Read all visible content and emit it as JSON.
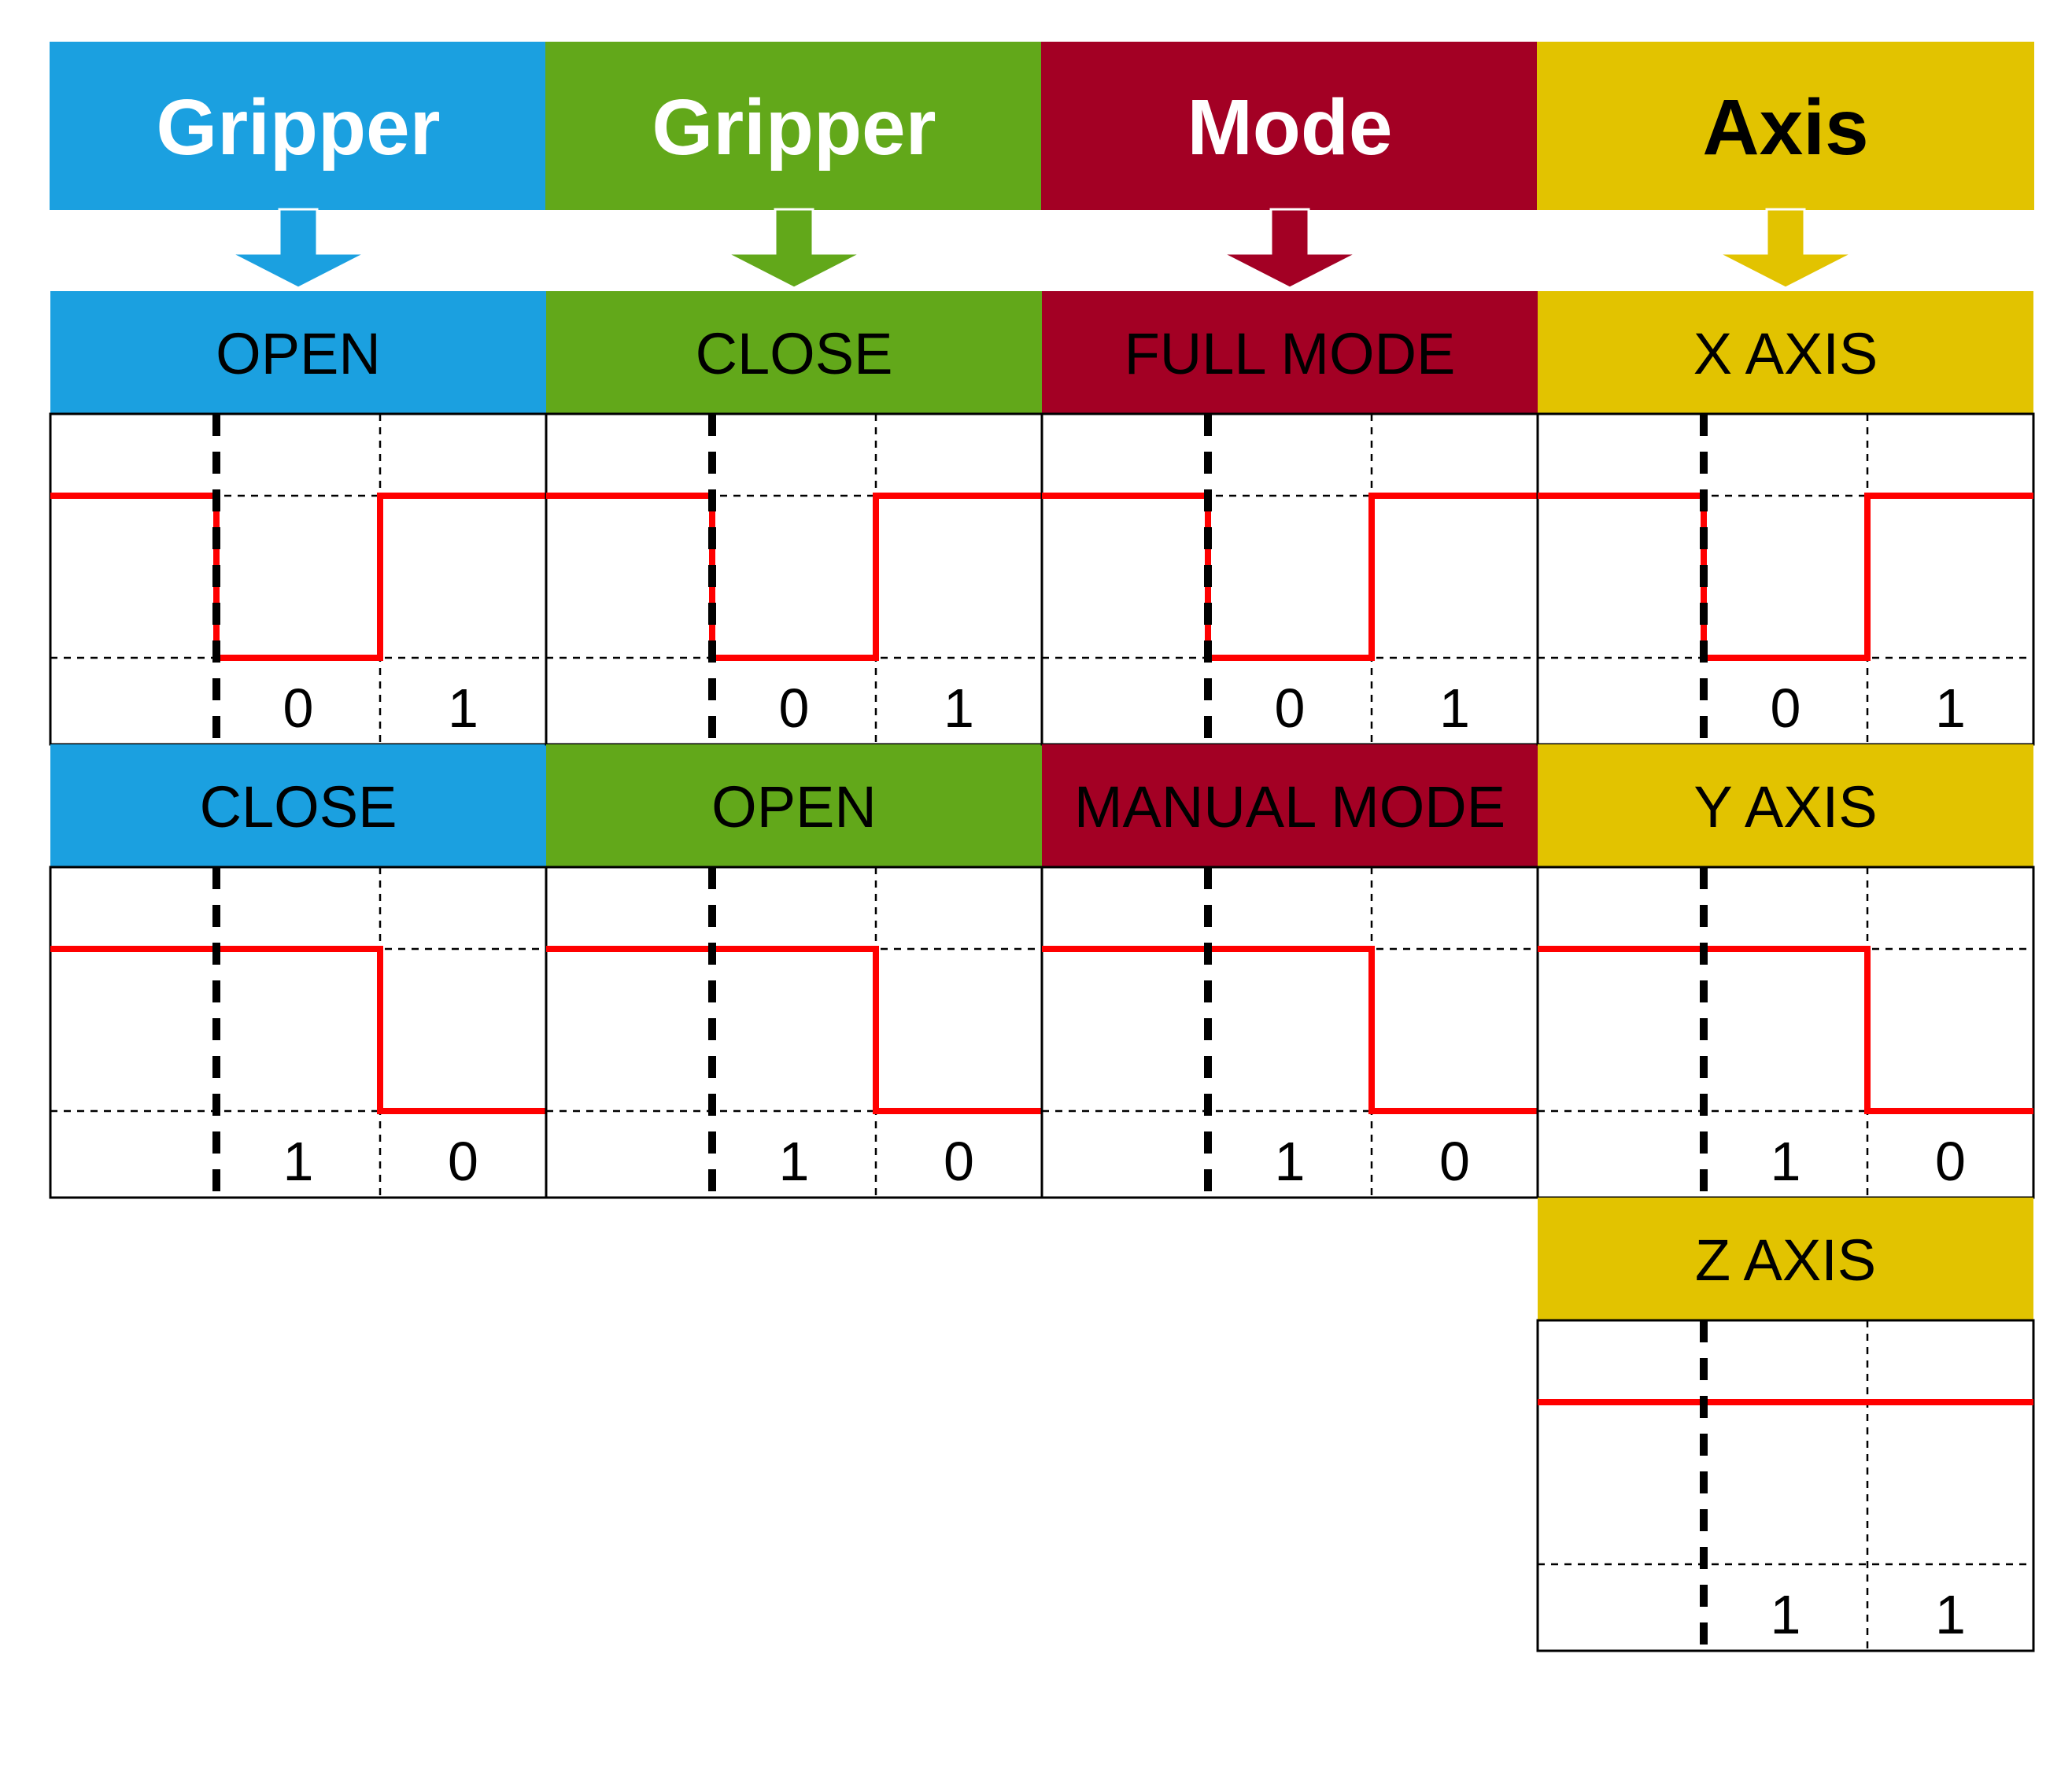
{
  "columns": [
    {
      "header": "Gripper",
      "color": "#1ba0e0",
      "header_text_color": "#ffffff",
      "icon": "arrow-down-icon",
      "states": [
        {
          "label": "OPEN",
          "signal": [
            "high",
            "low",
            "high"
          ],
          "digits": [
            "0",
            "1"
          ]
        },
        {
          "label": "CLOSE",
          "signal": [
            "high",
            "high",
            "low"
          ],
          "digits": [
            "1",
            "0"
          ]
        }
      ]
    },
    {
      "header": "Gripper",
      "color": "#62a81a",
      "header_text_color": "#ffffff",
      "icon": "arrow-down-icon",
      "states": [
        {
          "label": "CLOSE",
          "signal": [
            "high",
            "low",
            "high"
          ],
          "digits": [
            "0",
            "1"
          ]
        },
        {
          "label": "OPEN",
          "signal": [
            "high",
            "high",
            "low"
          ],
          "digits": [
            "1",
            "0"
          ]
        }
      ]
    },
    {
      "header": "Mode",
      "color": "#a30024",
      "header_text_color": "#ffffff",
      "icon": "arrow-down-icon",
      "states": [
        {
          "label": "FULL MODE",
          "signal": [
            "high",
            "low",
            "high"
          ],
          "digits": [
            "0",
            "1"
          ]
        },
        {
          "label": "MANUAL MODE",
          "signal": [
            "high",
            "high",
            "low"
          ],
          "digits": [
            "1",
            "0"
          ]
        }
      ]
    },
    {
      "header": "Axis",
      "color": "#e2c300",
      "header_text_color": "#000000",
      "icon": "arrow-down-icon",
      "states": [
        {
          "label": "X AXIS",
          "signal": [
            "high",
            "low",
            "high"
          ],
          "digits": [
            "0",
            "1"
          ]
        },
        {
          "label": "Y AXIS",
          "signal": [
            "high",
            "high",
            "low"
          ],
          "digits": [
            "1",
            "0"
          ]
        },
        {
          "label": "Z AXIS",
          "signal": [
            "high",
            "high",
            "high"
          ],
          "digits": [
            "1",
            "1"
          ]
        }
      ]
    }
  ],
  "signal_color": "#ff0000"
}
